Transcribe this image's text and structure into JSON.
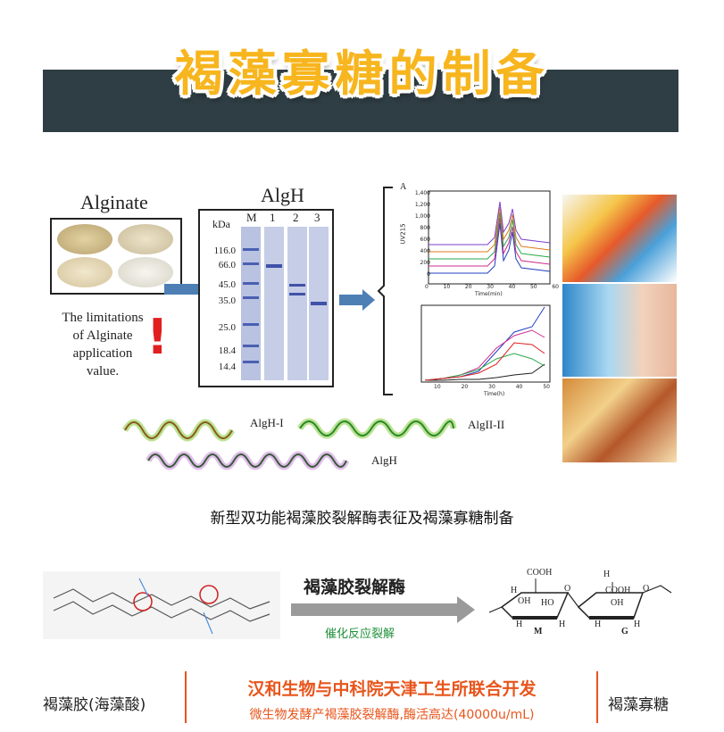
{
  "title": "褐藻寡糖的制备",
  "figure": {
    "alginate_label": "Alginate",
    "limitation_text": [
      "The limitations",
      "of Alginate",
      "application",
      "value."
    ],
    "exclaim": "!",
    "gel_title": "AlgH",
    "gel_lanes": [
      "M",
      "1",
      "2",
      "3"
    ],
    "gel_unit": "kDa",
    "gel_markers": [
      "116.0",
      "66.0",
      "45.0",
      "35.0",
      "25.0",
      "18.4",
      "14.4"
    ],
    "panel_a_label": "A",
    "chrom_y_ticks": [
      "1,400",
      "1,200",
      "1,000",
      "800",
      "600",
      "400",
      "200",
      "0"
    ],
    "chrom_x_ticks": [
      "0",
      "10",
      "20",
      "30",
      "40",
      "50",
      "60"
    ],
    "chrom_y_label": "UV215",
    "chrom_x_label": "Time(min)",
    "kin_x_ticks": [
      "10",
      "20",
      "30",
      "40",
      "50"
    ],
    "kin_x_label": "Time(h)",
    "protein_labels": [
      "AlgH-I",
      "AlgII-II",
      "AlgH"
    ]
  },
  "caption": "新型双功能褐藻胶裂解酶表征及褐藻寡糖制备",
  "reaction": {
    "enzyme": "褐藻胶裂解酶",
    "catalysis": "催化反应裂解",
    "chem_labels": [
      "COOH",
      "H",
      "OH",
      "HO",
      "M",
      "G",
      "O"
    ]
  },
  "footer": {
    "left": "褐藻胶(海藻酸)",
    "center_main": "汉和生物与中科院天津工生所联合开发",
    "center_sub": "微生物发酵产褐藻胶裂解酶,酶活高达(40000u/mL)",
    "right": "褐藻寡糖"
  },
  "colors": {
    "banner": "#2f3e44",
    "title": "#f7b51e",
    "accent": "#e8551c",
    "green": "#1f8f3a"
  }
}
